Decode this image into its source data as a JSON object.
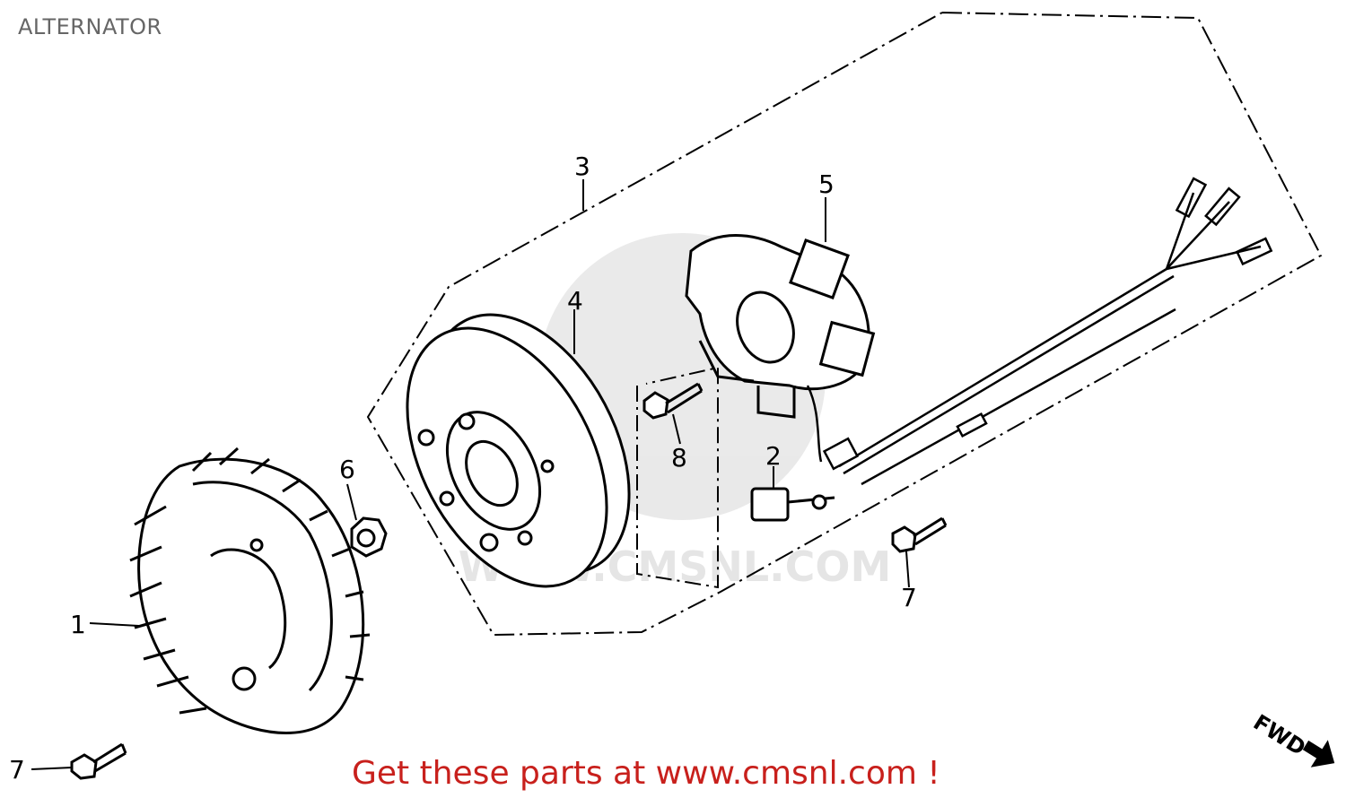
{
  "header": {
    "title": "ALTERNATOR"
  },
  "callouts": [
    {
      "id": "1",
      "label": "1"
    },
    {
      "id": "2",
      "label": "2"
    },
    {
      "id": "3",
      "label": "3"
    },
    {
      "id": "4",
      "label": "4"
    },
    {
      "id": "5",
      "label": "5"
    },
    {
      "id": "6",
      "label": "6"
    },
    {
      "id": "7a",
      "label": "7"
    },
    {
      "id": "7b",
      "label": "7"
    },
    {
      "id": "8",
      "label": "8"
    }
  ],
  "direction": {
    "label": "FWD"
  },
  "footer": {
    "text": "Get these parts at www.cmsnl.com !",
    "color": "#c8201c"
  },
  "watermark": {
    "text": "WWW.CMSNL.COM"
  }
}
